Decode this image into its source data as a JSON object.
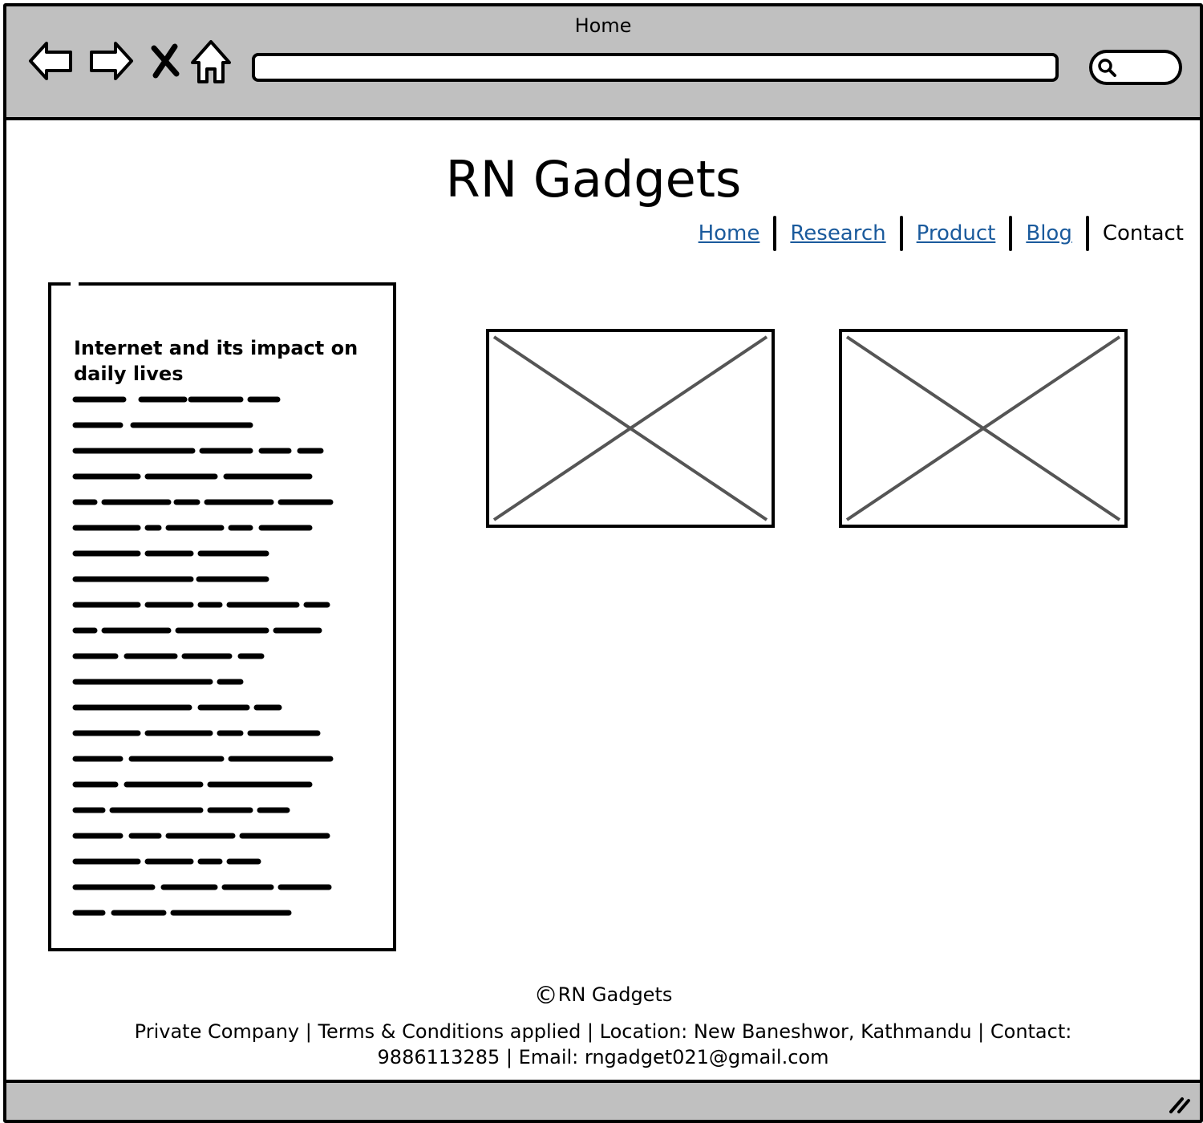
{
  "window": {
    "title": "Home"
  },
  "toolbar": {
    "back_icon": "arrow-left-icon",
    "forward_icon": "arrow-right-icon",
    "stop_icon": "close-icon",
    "home_icon": "home-icon",
    "search_icon": "search-icon"
  },
  "site": {
    "title": "RN Gadgets"
  },
  "nav": {
    "items": [
      {
        "label": "Home"
      },
      {
        "label": "Research"
      },
      {
        "label": "Product"
      },
      {
        "label": "Blog"
      },
      {
        "label": "Contact"
      }
    ]
  },
  "article": {
    "title": "Internet and its impact on daily lives"
  },
  "footer": {
    "copyright_symbol": "©",
    "copyright_name": "RN Gadgets",
    "info": "Private Company | Terms & Conditions applied | Location: New Baneshwor, Kathmandu | Contact: 9886113285 | Email: rngadget021@gmail.com"
  },
  "colors": {
    "chrome": "#c0c0c0",
    "link": "#1a5a9c",
    "placeholder_stroke": "#555555"
  }
}
